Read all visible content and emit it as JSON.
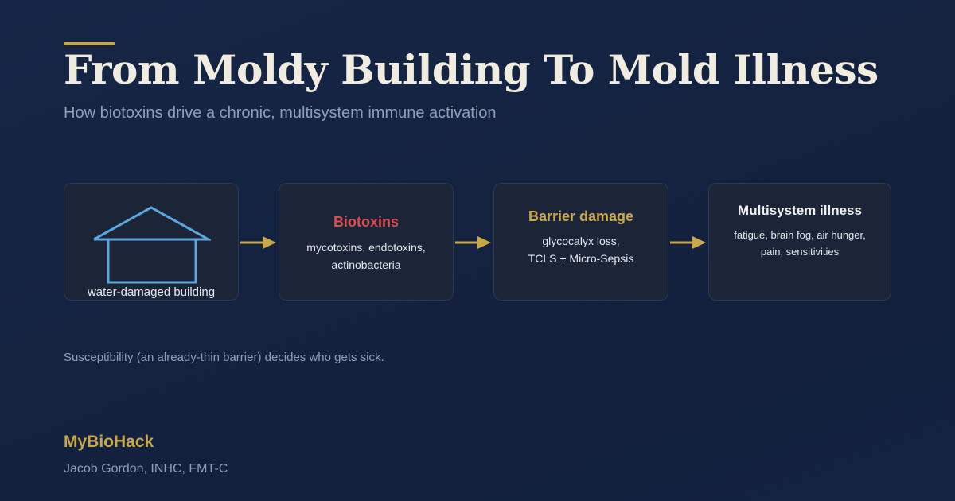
{
  "header": {
    "title": "From Moldy Building To Mold Illness",
    "subtitle": "How biotoxins drive a chronic, multisystem immune activation"
  },
  "flow": {
    "steps": [
      {
        "caption": "water-damaged building",
        "icon": "house-outline-icon"
      },
      {
        "title": "Biotoxins",
        "lines": [
          "mycotoxins, endotoxins,",
          "actinobacteria"
        ],
        "title_color": "#dc4b4f"
      },
      {
        "title": "Barrier damage",
        "lines": [
          "glycocalyx loss,",
          "TCLS + Micro-Sepsis"
        ],
        "title_color": "#c9a84c"
      },
      {
        "title": "Multisystem illness",
        "lines": [
          "fatigue, brain fog, air hunger,",
          "pain, sensitivities"
        ],
        "title_color": "#f1f1f1"
      }
    ],
    "arrow_icon": "arrow-right-icon"
  },
  "note": "Susceptibility (an already-thin barrier) decides who gets sick.",
  "footer": {
    "brand": "MyBioHack",
    "author": "Jacob Gordon, INHC, FMT-C"
  },
  "colors": {
    "accent": "#c9a84c",
    "danger": "#dc4b4f",
    "house": "#5fa6dd",
    "background": "#152342",
    "card": "#1b2537"
  }
}
